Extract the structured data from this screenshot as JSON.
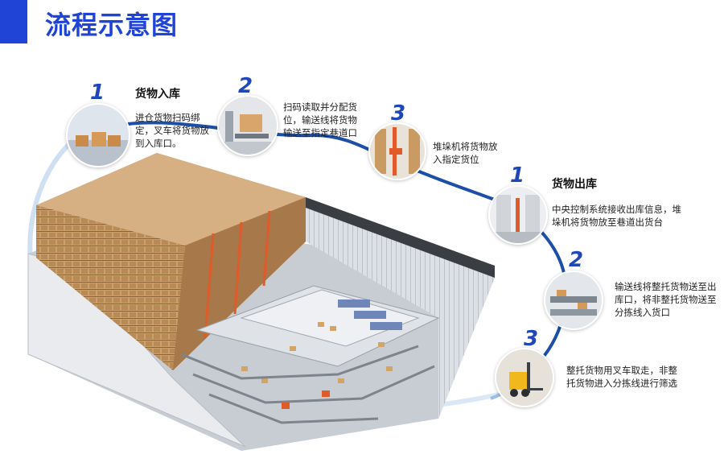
{
  "page": {
    "title": "流程示意图"
  },
  "inbound": {
    "heading": "货物入库",
    "steps": [
      {
        "num": "1",
        "text": "进仓货物扫码绑定，叉车将货物放到入库口。",
        "photo_icon": "warehouse-boxes-photo"
      },
      {
        "num": "2",
        "text": "扫码读取并分配货位，输送线将货物输送至指定巷道口",
        "photo_icon": "conveyor-pallet-photo"
      },
      {
        "num": "3",
        "text": "堆垛机将货物放入指定货位",
        "photo_icon": "stacker-crane-photo"
      }
    ]
  },
  "outbound": {
    "heading": "货物出库",
    "steps": [
      {
        "num": "1",
        "text": "中央控制系统接收出库信息，堆垛机将货物放至巷道出货台",
        "photo_icon": "control-aisle-photo"
      },
      {
        "num": "2",
        "text": "输送线将整托货物送至出库口，将非整托货物送至分拣线入货口",
        "photo_icon": "sorting-conveyor-photo"
      },
      {
        "num": "3",
        "text": "整托货物用叉车取走，非整托货物进入分拣线进行筛选",
        "photo_icon": "forklift-photo"
      }
    ]
  },
  "colors": {
    "accent": "#1f44d6",
    "number": "#1f47b8",
    "flow_line": "#1d4fa8",
    "rack": "#c99b63",
    "crane": "#e05a2a"
  }
}
